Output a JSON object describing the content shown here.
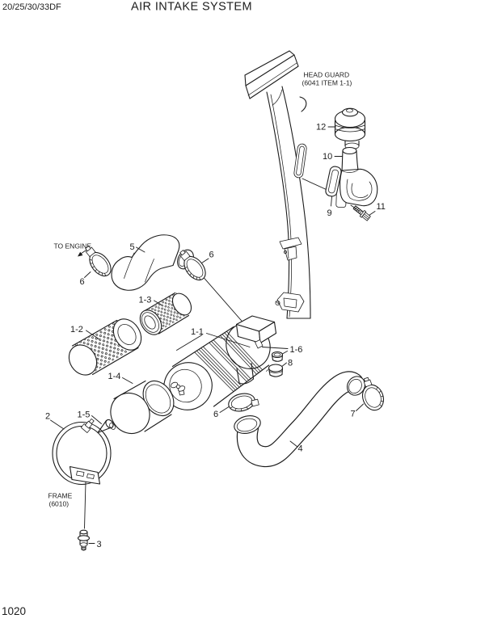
{
  "page": {
    "model_code": "20/25/30/33DF",
    "title": "AIR INTAKE SYSTEM",
    "page_number": "1020"
  },
  "notes": {
    "head_guard_line1": "HEAD GUARD",
    "head_guard_line2": "(6041 ITEM 1-1)",
    "to_engine": "TO ENGINE",
    "frame_line1": "FRAME",
    "frame_line2": "(6010)"
  },
  "callouts": {
    "item_2": "2",
    "item_3": "3",
    "item_4": "4",
    "item_5": "5",
    "item_6": "6",
    "item_7": "7",
    "item_8": "8",
    "item_9": "9",
    "item_10": "10",
    "item_11": "11",
    "item_12": "12",
    "item_1_1": "1-1",
    "item_1_2": "1-2",
    "item_1_3": "1-3",
    "item_1_4": "1-4",
    "item_1_5": "1-5",
    "item_1_6": "1-6"
  },
  "colors": {
    "ink": "#1c1c1c",
    "paper": "#ffffff"
  }
}
